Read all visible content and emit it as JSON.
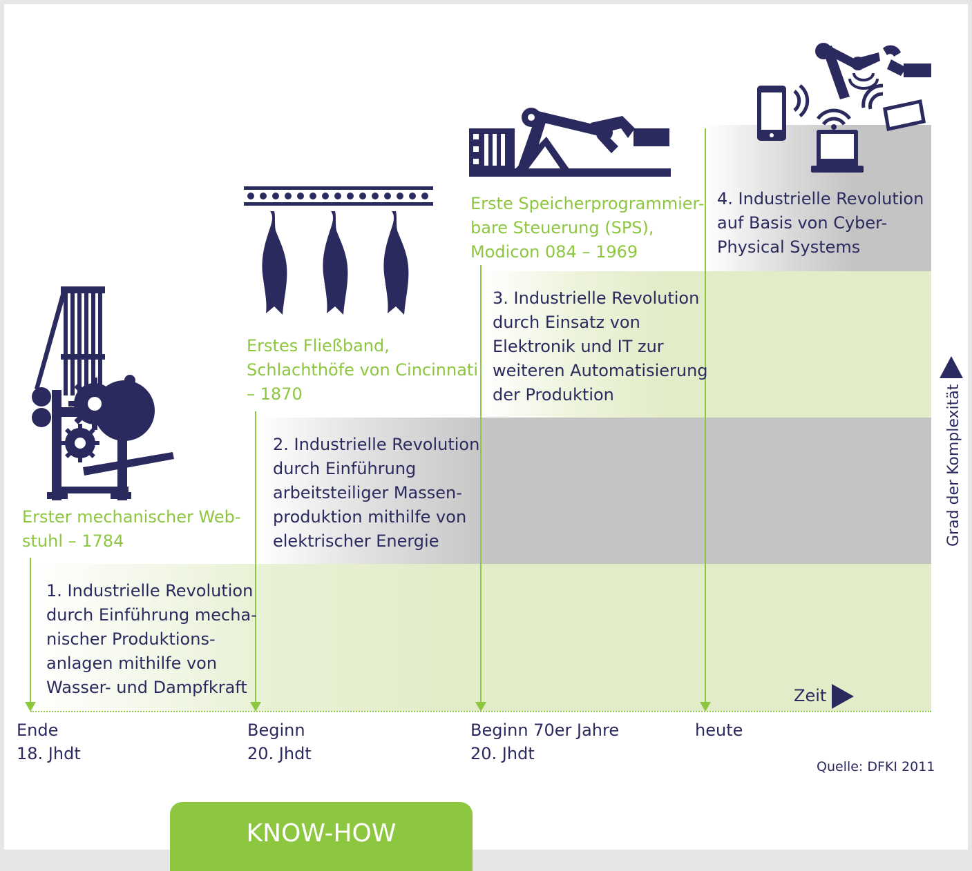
{
  "stages": [
    {
      "title_lines": [
        "Erster mechanischer Web-",
        "stuhl – 1784"
      ],
      "desc_lines": [
        "1. Industrielle Revolution",
        "durch Einführung mecha-",
        "nischer Produktions-",
        "anlagen mithilfe von",
        "Wasser- und Dampfkraft"
      ],
      "date_lines": [
        "Ende",
        "18. Jhdt"
      ]
    },
    {
      "title_lines": [
        "Erstes Fließband,",
        "Schlachthöfe von Cincinnati",
        "– 1870"
      ],
      "desc_lines": [
        "2. Industrielle Revolution",
        "durch Einführung",
        "arbeitsteiliger Massen-",
        "produktion mithilfe von",
        "elektrischer Energie"
      ],
      "date_lines": [
        "Beginn",
        "20. Jhdt"
      ]
    },
    {
      "title_lines": [
        "Erste Speicherprogrammier-",
        "bare Steuerung (SPS),",
        "Modicon 084 – 1969"
      ],
      "desc_lines": [
        "3. Industrielle Revolution",
        "durch Einsatz von",
        "Elektronik und IT zur",
        "weiteren Automatisierung",
        "der Produktion"
      ],
      "date_lines": [
        "Beginn 70er Jahre",
        "20. Jhdt"
      ]
    },
    {
      "desc_lines": [
        "4. Industrielle Revolution",
        "auf Basis von Cyber-",
        "Physical Systems"
      ],
      "date_lines": [
        "heute"
      ]
    }
  ],
  "axes": {
    "x_label": "Zeit",
    "y_label": "Grad der Komplexität"
  },
  "source": "Quelle: DFKI 2011",
  "tab_label": "KNOW-HOW",
  "icons": [
    "loom-icon",
    "conveyor-icon",
    "plc-robot-icon",
    "cyber-physical-icon"
  ],
  "colors": {
    "accent_green": "#8dc63f",
    "dark_blue": "#2b2a5e",
    "light_green_band": "#e3ecc9",
    "grey_band": "#c4c4c4"
  }
}
